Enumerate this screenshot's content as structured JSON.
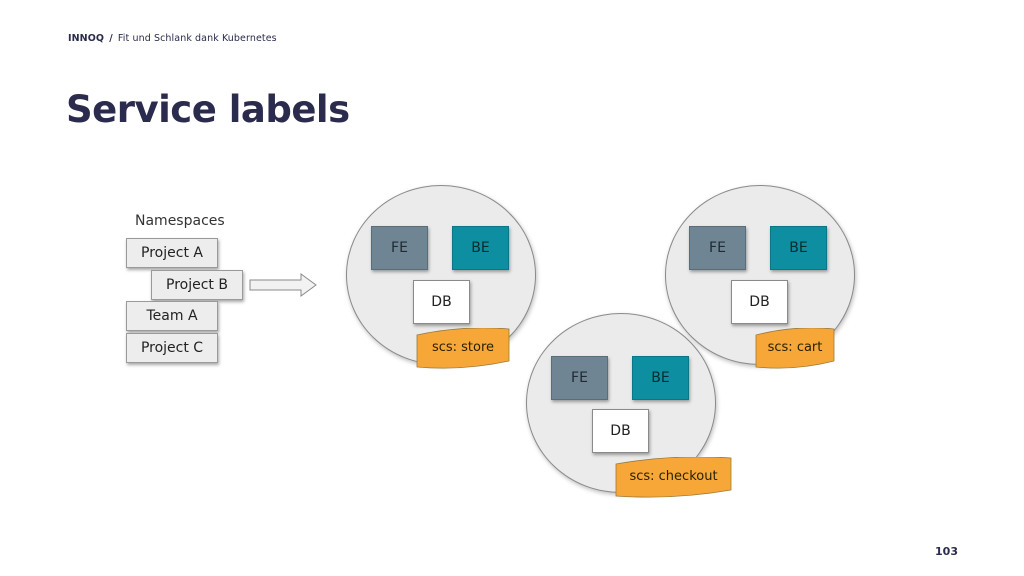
{
  "header": {
    "brand": "INNOQ",
    "separator": "/",
    "subtitle": "Fit und Schlank dank Kubernetes"
  },
  "title": "Service labels",
  "page_number": "103",
  "namespaces": {
    "label": "Namespaces",
    "items": [
      "Project A",
      "Project B",
      "Team A",
      "Project C"
    ]
  },
  "pods": [
    {
      "fe": "FE",
      "be": "BE",
      "db": "DB",
      "label": "scs: store"
    },
    {
      "fe": "FE",
      "be": "BE",
      "db": "DB",
      "label": "scs: cart"
    },
    {
      "fe": "FE",
      "be": "BE",
      "db": "DB",
      "label": "scs: checkout"
    }
  ],
  "colors": {
    "title": "#2a2b4d",
    "fe": "#6f8593",
    "be": "#0d8fa1",
    "label_tag": "#f7a738",
    "pod": "#ebebeb"
  }
}
